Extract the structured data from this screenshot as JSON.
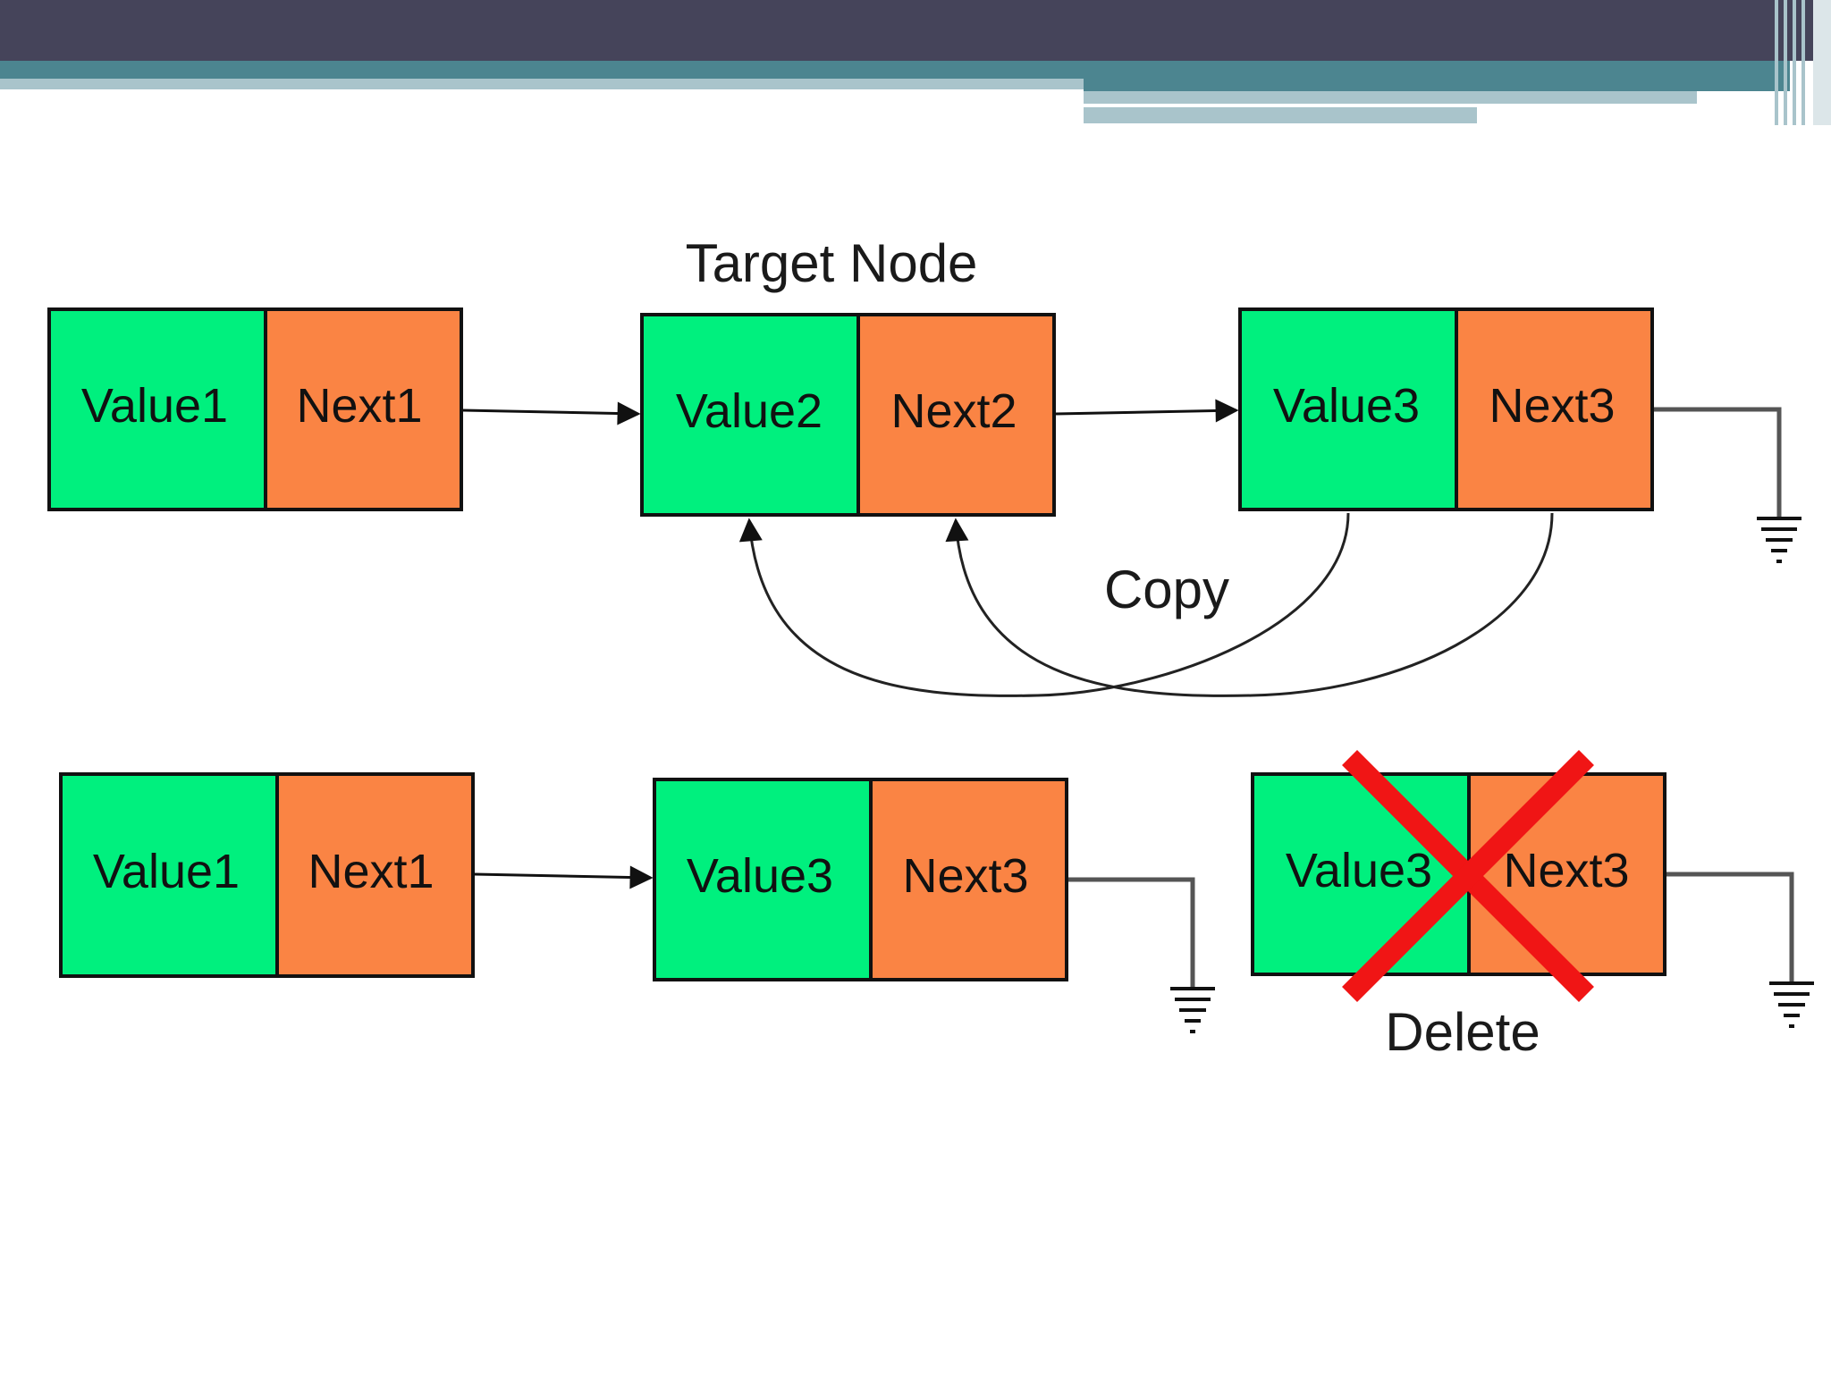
{
  "colors": {
    "value_cell": "#00F07E",
    "next_cell": "#FA8444",
    "header_dark": "#45445A",
    "header_teal": "#4C8590",
    "header_light": "#A9C4CB",
    "delete_mark": "#F01515"
  },
  "labels": {
    "target_node": "Target Node",
    "copy": "Copy",
    "delete": "Delete"
  },
  "top_row": {
    "node1": {
      "value": "Value1",
      "next": "Next1"
    },
    "node2": {
      "value": "Value2",
      "next": "Next2"
    },
    "node3": {
      "value": "Value3",
      "next": "Next3"
    }
  },
  "bottom_row": {
    "node1": {
      "value": "Value1",
      "next": "Next1"
    },
    "node2": {
      "value": "Value3",
      "next": "Next3"
    },
    "node3": {
      "value": "Value3",
      "next": "Next3"
    }
  },
  "icons": [
    "ground-icon",
    "arrowhead-icon",
    "delete-x-icon"
  ]
}
